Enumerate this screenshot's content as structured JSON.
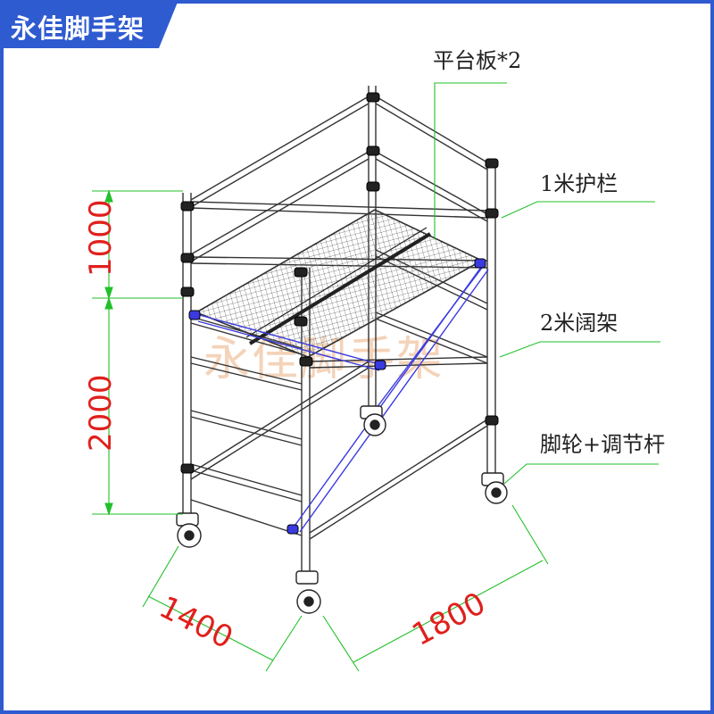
{
  "brand": {
    "badge_text": "永佳脚手架",
    "watermark": "永佳脚手架",
    "frame_color": "#2f5bd0"
  },
  "labels": {
    "platform": "平台板*2",
    "guardrail": "1米护栏",
    "frame": "2米阔架",
    "casters": "脚轮+调节杆"
  },
  "dimensions": {
    "height_top": "1000",
    "height_bottom": "2000",
    "width": "1400",
    "length": "1800"
  },
  "colors": {
    "dimension_text": "#e0201c",
    "leader_line": "#22c02a",
    "bracing": "#3a3ae0",
    "tube": "#333333"
  }
}
